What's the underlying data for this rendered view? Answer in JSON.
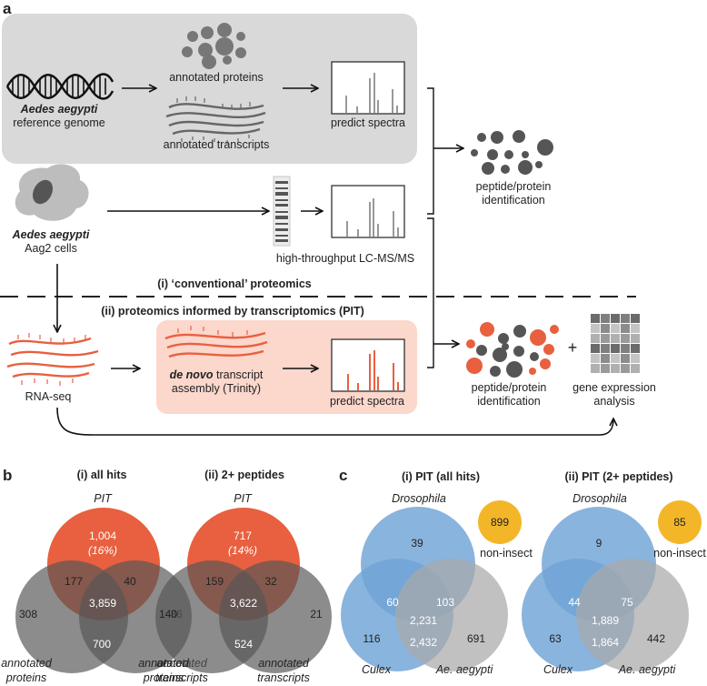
{
  "panel_a": {
    "label": "a",
    "genome_name": "Aedes aegypti",
    "genome_sub": "reference genome",
    "annotated_proteins": "annotated proteins",
    "annotated_transcripts": "annotated transcripts",
    "predict_spectra_top": "predict spectra",
    "peptide_id_top_1": "peptide/protein",
    "peptide_id_top_2": "identification",
    "cells_name": "Aedes aegypti",
    "cells_sub": "Aag2 cells",
    "lcms": "high-throughput LC-MS/MS",
    "conventional": "(i) ‘conventional’ proteomics",
    "pit": "(ii) proteomics informed by transcriptomics (PIT)",
    "rnaseq": "RNA-seq",
    "de_novo_italic": "de novo",
    "de_novo_rest": " transcript",
    "assembly": "assembly (Trinity)",
    "predict_spectra_bottom": "predict spectra",
    "peptide_id_bottom_1": "peptide/protein",
    "peptide_id_bottom_2": "identification",
    "plus": "+",
    "gene_expr_1": "gene expression",
    "gene_expr_2": "analysis"
  },
  "panel_b": {
    "label": "b",
    "v1": {
      "title": "(i) all hits",
      "top_label": "PIT",
      "left_label_1": "annotated",
      "left_label_2": "proteins",
      "right_label_1": "annotated",
      "right_label_2": "transcripts",
      "top_only": "1,004",
      "top_pct": "(16%)",
      "top_left": "177",
      "top_right": "40",
      "center": "3,859",
      "left_only": "308",
      "right_only": "36",
      "bottom": "700"
    },
    "v2": {
      "title": "(ii) 2+ peptides",
      "top_label": "PIT",
      "left_label_1": "annotated",
      "left_label_2": "proteins",
      "right_label_1": "annotated",
      "right_label_2": "transcripts",
      "top_only": "717",
      "top_pct": "(14%)",
      "top_left": "159",
      "top_right": "32",
      "center": "3,622",
      "left_only": "140",
      "right_only": "21",
      "bottom": "524"
    }
  },
  "panel_c": {
    "label": "c",
    "v1": {
      "title": "(i) PIT (all hits)",
      "top_label": "Drosophila",
      "left_label": "Culex",
      "right_label": "Ae. aegypti",
      "noninsect_value": "899",
      "noninsect_label": "non-insect",
      "top_only": "39",
      "top_left": "60",
      "top_right": "103",
      "center": "2,231",
      "left_only": "116",
      "right_only": "691",
      "bottom": "2,432"
    },
    "v2": {
      "title": "(ii) PIT (2+ peptides)",
      "top_label": "Drosophila",
      "left_label": "Culex",
      "right_label": "Ae. aegypti",
      "noninsect_value": "85",
      "noninsect_label": "non-insect",
      "top_only": "9",
      "top_left": "44",
      "top_right": "75",
      "center": "1,889",
      "left_only": "63",
      "right_only": "442",
      "bottom": "1,864"
    }
  },
  "colors": {
    "gray_panel": "#d9d9d9",
    "pink_panel": "#fbd7cc",
    "orange": "#e8603f",
    "dark_gray": "#5a5a5a",
    "blue": "#6fa3d6",
    "yellow": "#f4b629"
  }
}
